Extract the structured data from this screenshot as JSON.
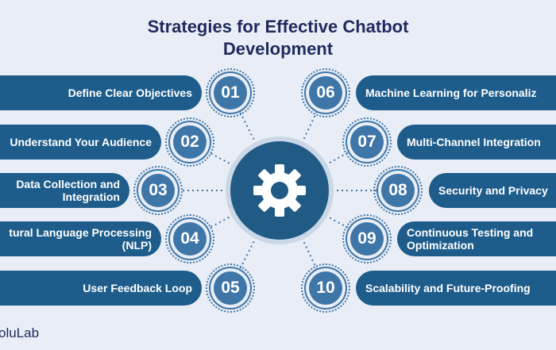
{
  "title": {
    "line1": "Strategies for Effective Chatbot",
    "line2": "Development"
  },
  "hub": {
    "icon": "gear-icon"
  },
  "strategies_left": [
    {
      "number": "01",
      "label": "Define Clear Objectives"
    },
    {
      "number": "02",
      "label": "Understand Your Audience"
    },
    {
      "number": "03",
      "label": "Data Collection and Integration"
    },
    {
      "number": "04",
      "label": "tural Language Processing (NLP)"
    },
    {
      "number": "05",
      "label": "User Feedback Loop"
    }
  ],
  "strategies_right": [
    {
      "number": "06",
      "label": "Machine Learning for Personaliz"
    },
    {
      "number": "07",
      "label": "Multi-Channel Integration"
    },
    {
      "number": "08",
      "label": "Security and Privacy"
    },
    {
      "number": "09",
      "label": "Continuous Testing and Optimization"
    },
    {
      "number": "10",
      "label": "Scalability and Future-Proofing"
    }
  ],
  "brand": {
    "text": "oluLab"
  },
  "colors": {
    "background": "#e9eef6",
    "pill": "#1e5d8b",
    "badge": "#3f76a8",
    "hub": "#215b85",
    "title": "#1e2a5e"
  }
}
